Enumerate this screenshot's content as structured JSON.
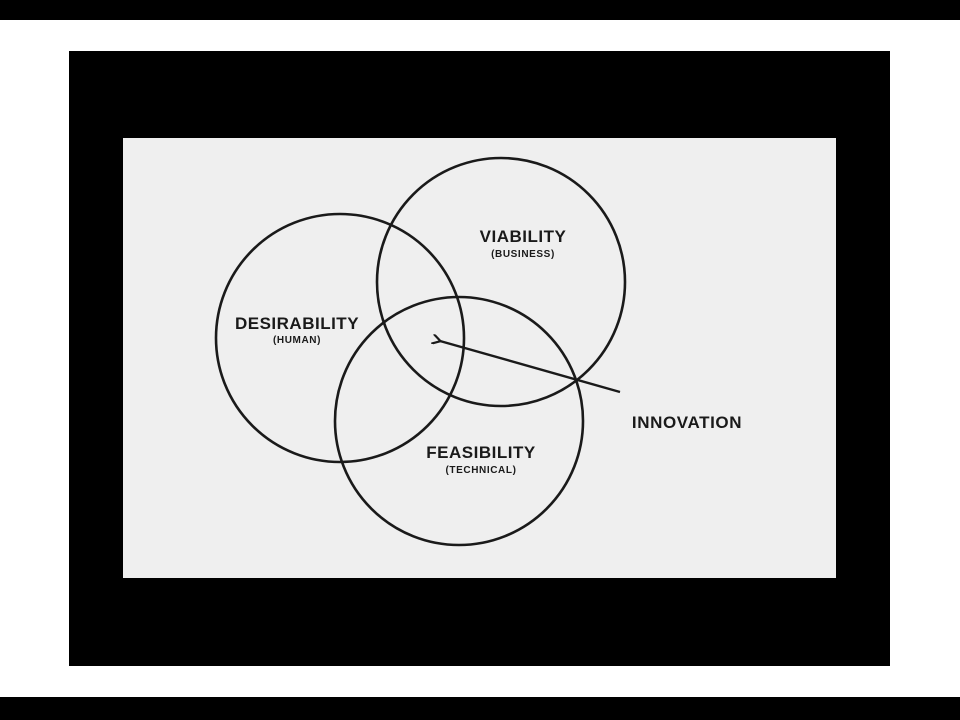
{
  "colors": {
    "background": "#ffffff",
    "frame": "#000000",
    "panel": "#efefef",
    "ink": "#1a1a1a"
  },
  "diagram": {
    "type": "venn",
    "sets": [
      {
        "id": "desirability",
        "label": "DESIRABILITY",
        "sublabel": "(HUMAN)"
      },
      {
        "id": "viability",
        "label": "VIABILITY",
        "sublabel": "(BUSINESS)"
      },
      {
        "id": "feasibility",
        "label": "FEASIBILITY",
        "sublabel": "(TECHNICAL)"
      }
    ],
    "callout": {
      "label": "INNOVATION",
      "points_to": "intersection of all three sets"
    }
  }
}
